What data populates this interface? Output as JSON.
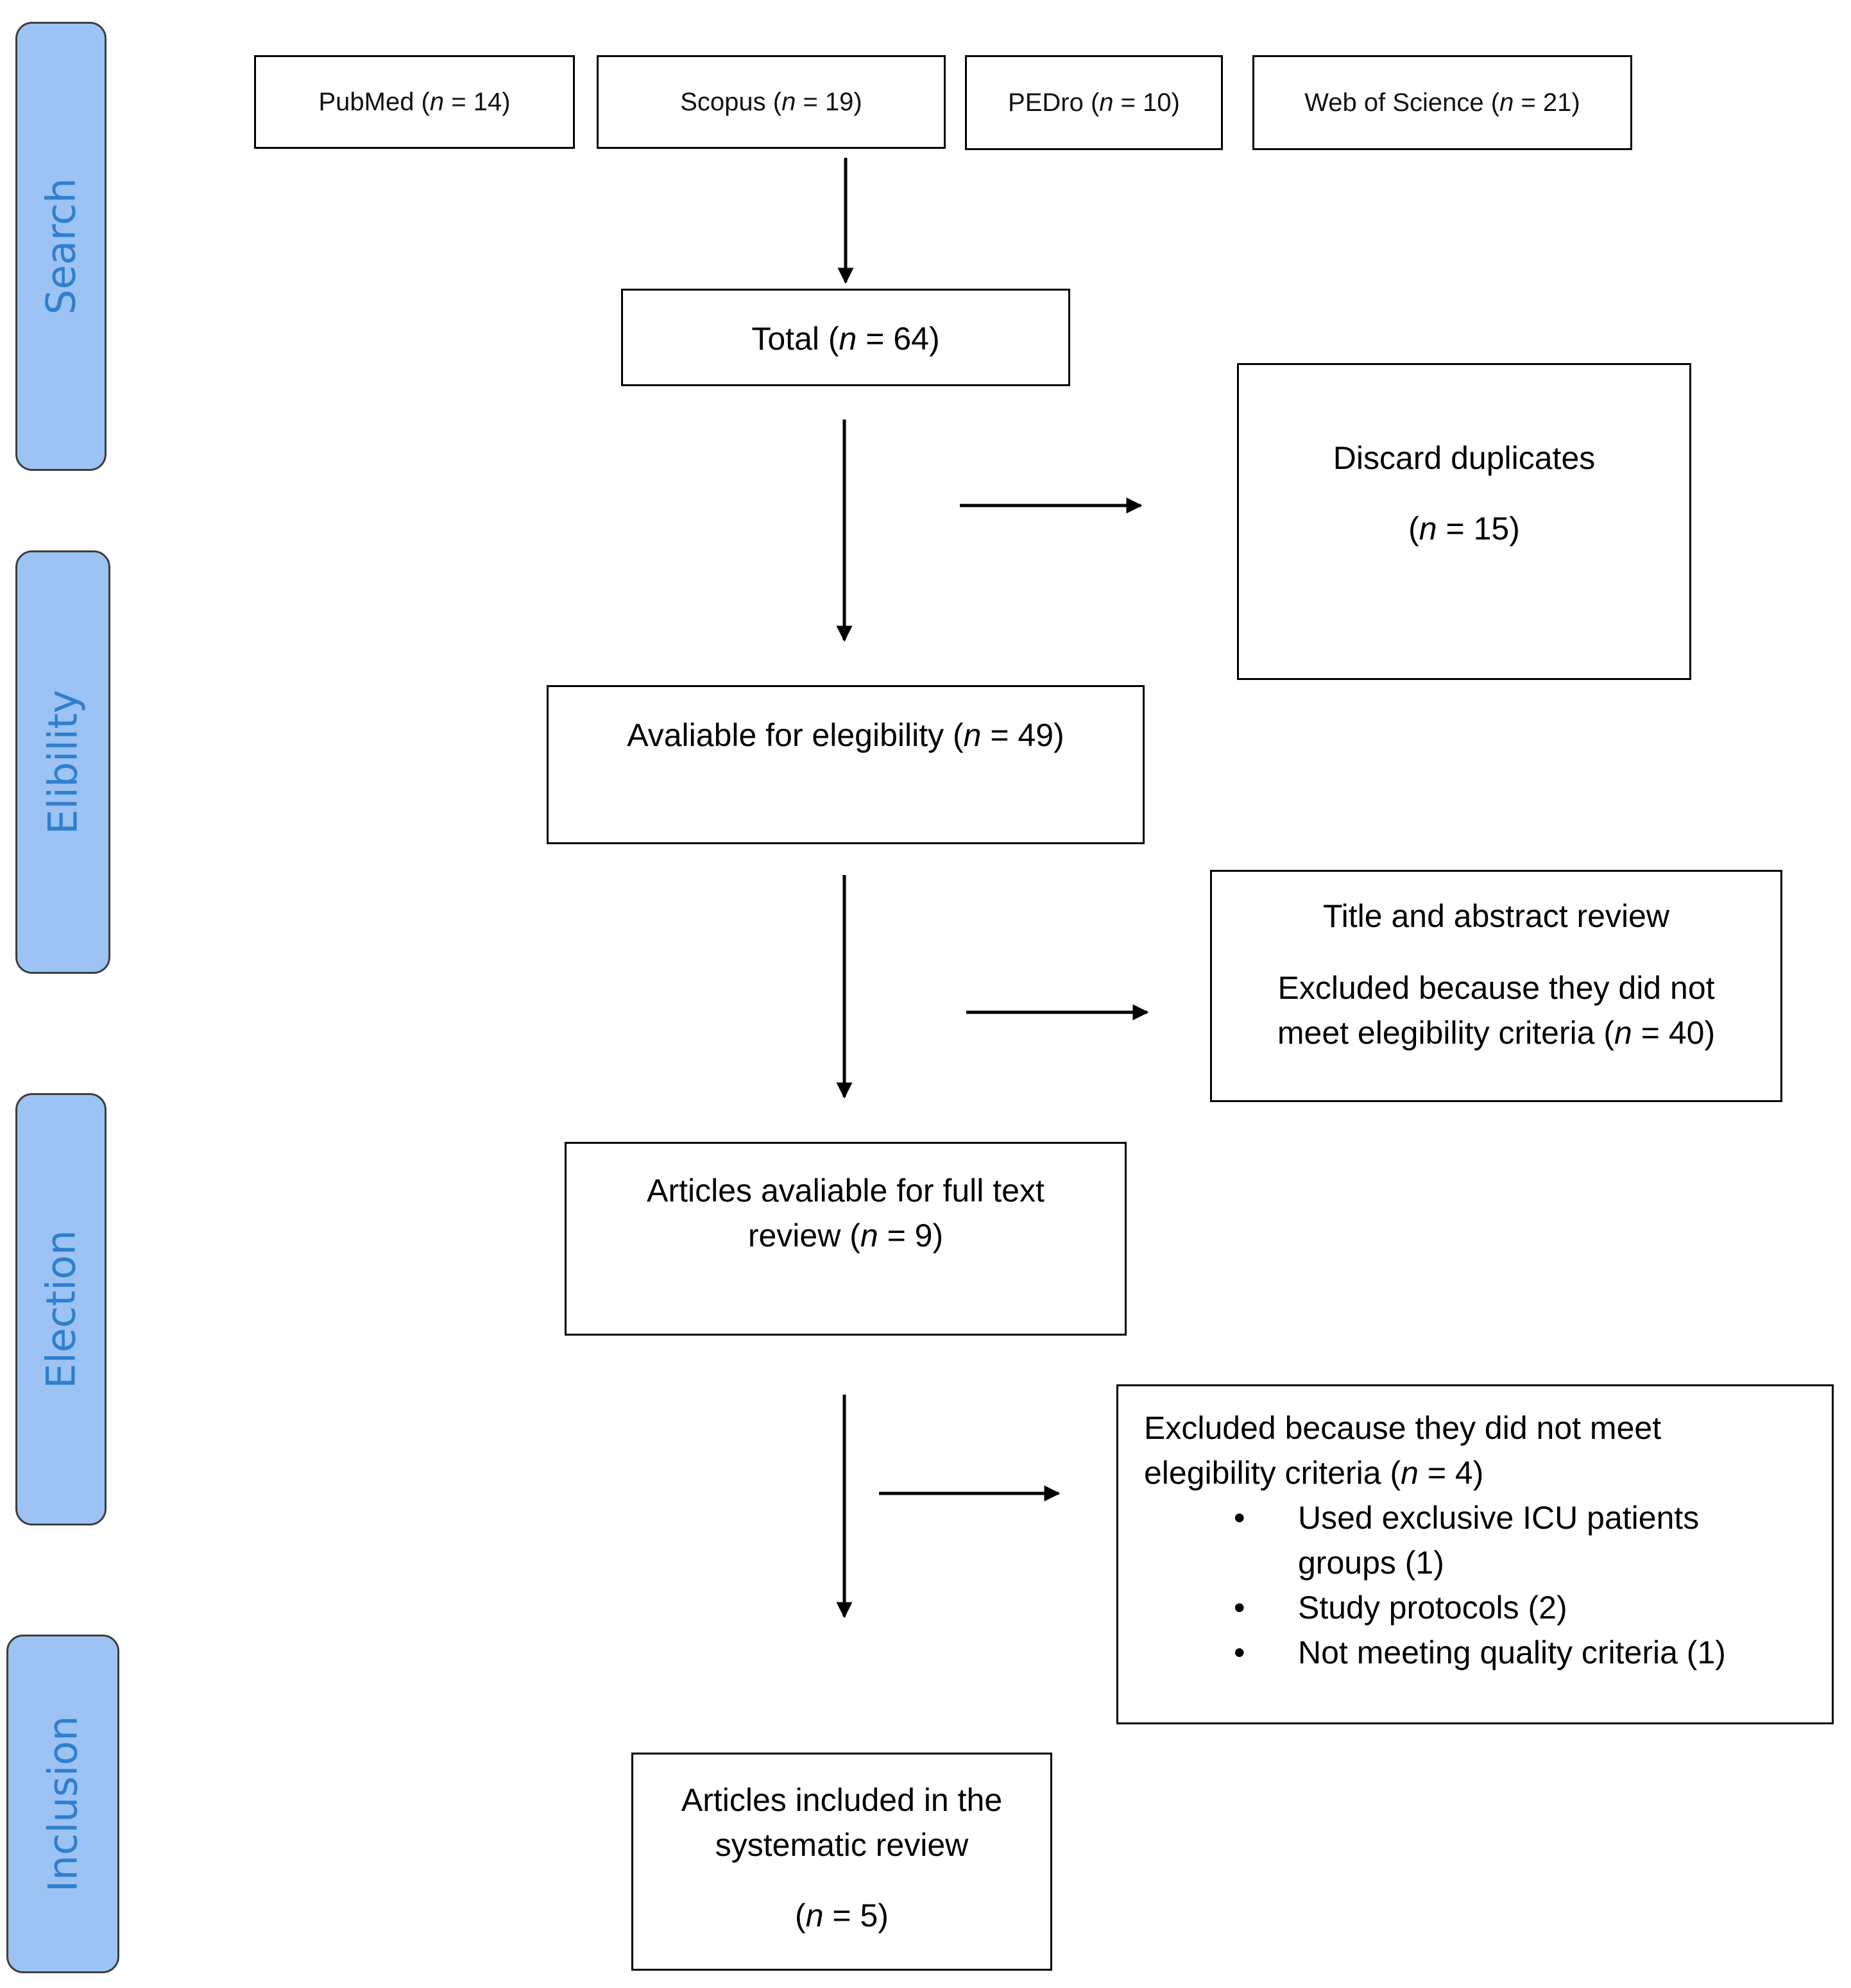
{
  "phases": {
    "search": "Search",
    "eligibility": "Elibility",
    "election": "Election",
    "inclusion": "Inclusion"
  },
  "sources": {
    "pubmed": {
      "name": "PubMed (",
      "n": "n",
      "rest": " = 14)"
    },
    "scopus": {
      "name": "Scopus (",
      "n": "n",
      "rest": " = 19)"
    },
    "pedro": {
      "name": "PEDro (",
      "n": "n",
      "rest": " = 10)"
    },
    "wos": {
      "name": "Web of Science (",
      "n": "n",
      "rest": " = 21)"
    }
  },
  "total": {
    "pre": "Total (",
    "n": "n",
    "post": " = 64)"
  },
  "duplicates": {
    "title": "Discard duplicates",
    "pre": "(",
    "n": "n",
    "post": " = 15)"
  },
  "eligible": {
    "pre": "Avaliable for elegibility (",
    "n": "n",
    "post": " = 49)"
  },
  "title_abstract": {
    "title": "Title and abstract review",
    "line1": "Excluded because they did not",
    "line2_pre": "meet elegibility criteria (",
    "n": "n",
    "line2_post": " = 40)"
  },
  "full_text": {
    "line1": "Articles avaliable for full text",
    "line2_pre": "review (",
    "n": "n",
    "line2_post": " = 9)"
  },
  "excluded_full": {
    "line1": "Excluded because they did not meet",
    "line2_pre": "elegibility criteria (",
    "n": "n",
    "line2_post": " = 4)",
    "items": [
      {
        "line1": "Used exclusive ICU patients",
        "line2": "groups (1)"
      },
      {
        "line1": "Study protocols (2)"
      },
      {
        "line1": "Not meeting quality criteria (1)"
      }
    ]
  },
  "included": {
    "line1": "Articles included in the",
    "line2": "systematic review",
    "pre": "(",
    "n": "n",
    "post": " = 5)"
  }
}
